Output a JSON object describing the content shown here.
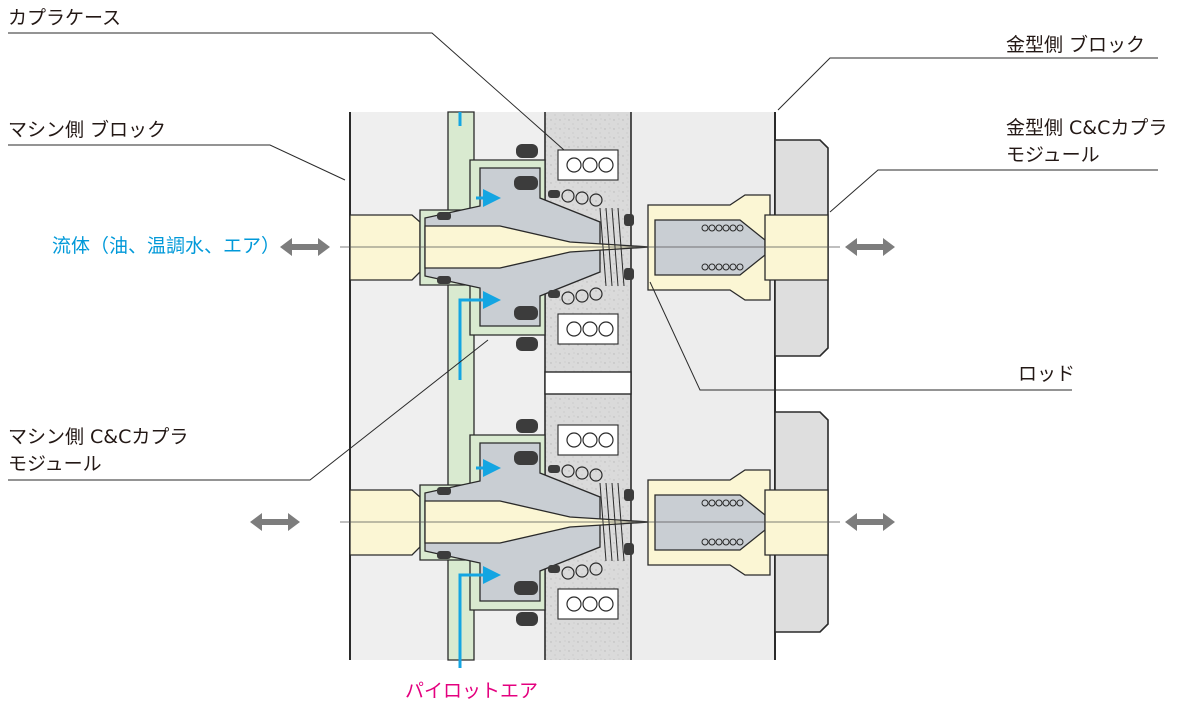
{
  "labels": {
    "coupler_case": "カプラケース",
    "mold_block": "金型側 ブロック",
    "machine_block": "マシン側 ブロック",
    "mold_module_line1": "金型側 C&Cカプラ",
    "mold_module_line2": "モジュール",
    "fluid": "流体（油、温調水、エア）",
    "rod": "ロッド",
    "machine_module_line1": "マシン側 C&Cカプラ",
    "machine_module_line2": "モジュール",
    "pilot_air": "パイロットエア"
  },
  "colors": {
    "text": "#231815",
    "fluid_text": "#0099d9",
    "pilot_air_text": "#e4007f",
    "machine_block_fill": "#efefef",
    "coupler_case_fill": "#dcdcdc",
    "mold_block_fill": "#ededed",
    "fluid_passage_fill": "#fbf6d4",
    "pilot_passage_fill": "#d9ead0",
    "piston_fill": "#c9ced3",
    "seal_fill": "#3c3c3c",
    "pilot_arrow": "#14a5e2",
    "flow_arrow": "#7d7d7d",
    "outline": "#2a2a2a"
  }
}
